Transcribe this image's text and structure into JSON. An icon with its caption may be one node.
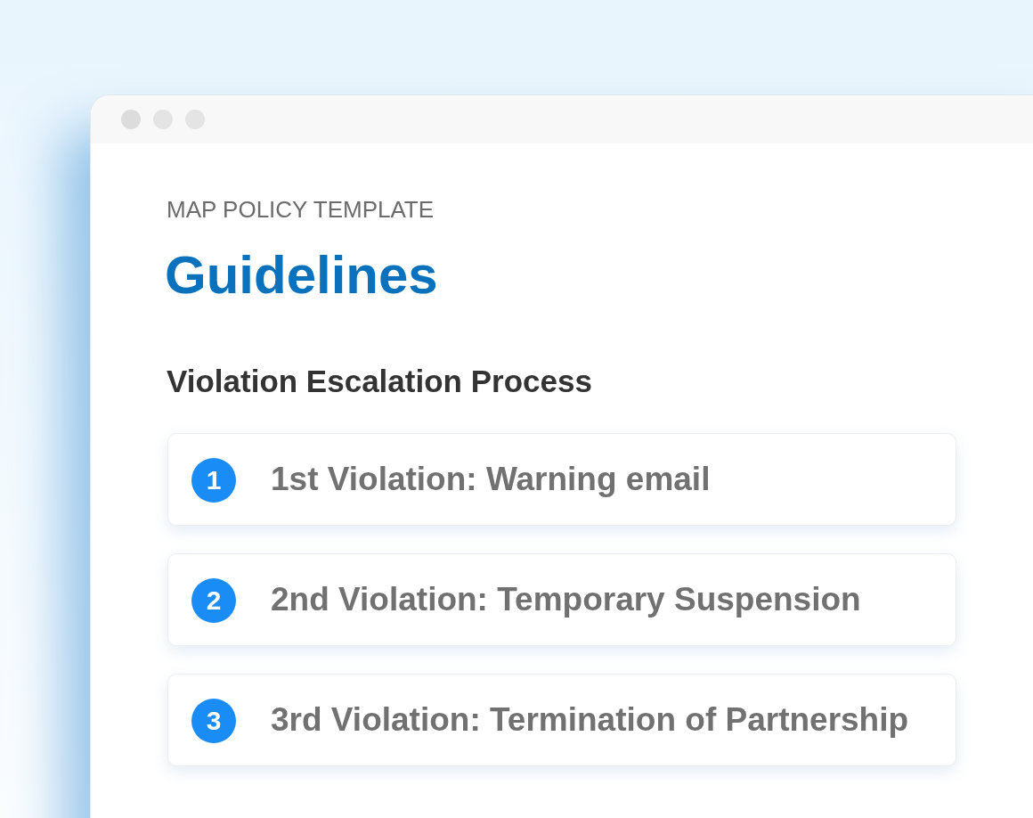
{
  "diagram": {
    "nodes": [
      {
        "text": [
          "MAP POLICY TEMPLATE",
          "Guidelines",
          "Violation Escalation Process"
        ]
      },
      {
        "text": [
          "1st Violation: Warning email"
        ],
        "in": 0
      },
      {
        "text": [
          "1"
        ],
        "in": 1
      },
      {
        "text": [
          "2nd Violation: Temporary Suspension"
        ],
        "in": 0
      },
      {
        "text": [
          "2"
        ],
        "in": 3
      },
      {
        "text": [
          "3rd Violation: Termination of Partnership"
        ],
        "in": 0
      },
      {
        "text": [
          "3"
        ],
        "in": 5
      }
    ]
  }
}
